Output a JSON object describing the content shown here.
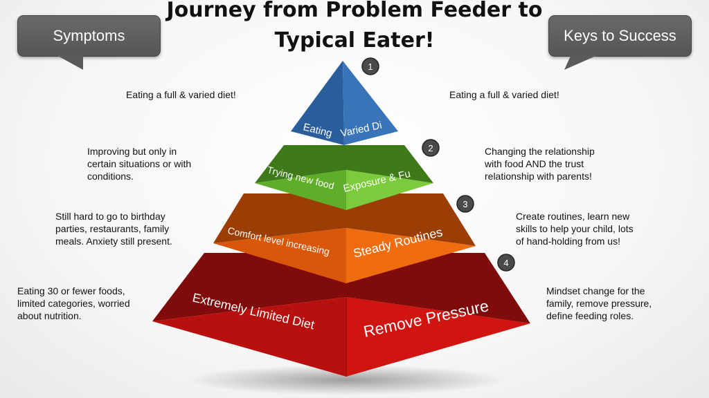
{
  "title": {
    "line1": "Journey from Problem Feeder to",
    "line2": "Typical Eater!"
  },
  "callouts": {
    "left": "Symptoms",
    "right": "Keys to Success"
  },
  "colors": {
    "level1": "#2f66a8",
    "level2": "#6fbe33",
    "level3": "#e8620c",
    "level4": "#c5110f",
    "callout": "#5c5c5c"
  },
  "levels": [
    {
      "number": "1",
      "left_label": "Eating",
      "right_label": "Varied Di",
      "symptom": [
        "Eating a full & varied diet!"
      ],
      "key": [
        "Eating a full & varied diet!"
      ]
    },
    {
      "number": "2",
      "left_label": "Trying new food",
      "right_label": "Exposure & Fu",
      "symptom": [
        "Improving but only in",
        "certain situations or with",
        "conditions."
      ],
      "key": [
        "Changing the relationship",
        "with food AND the trust",
        "relationship with parents!"
      ]
    },
    {
      "number": "3",
      "left_label": "Comfort level increasing",
      "right_label": "Steady Routines",
      "symptom": [
        "Still hard to go to birthday",
        "parties, restaurants, family",
        "meals. Anxiety still present."
      ],
      "key": [
        "Create routines, learn new",
        "skills to help your child, lots",
        "of hand-holding from us!"
      ]
    },
    {
      "number": "4",
      "left_label": "Extremely Limited Diet",
      "right_label": "Remove Pressure",
      "symptom": [
        "Eating 30 or fewer foods,",
        "limited categories, worried",
        "about nutrition."
      ],
      "key": [
        "Mindset change for the",
        "family, remove pressure,",
        "define feeding roles."
      ]
    }
  ]
}
